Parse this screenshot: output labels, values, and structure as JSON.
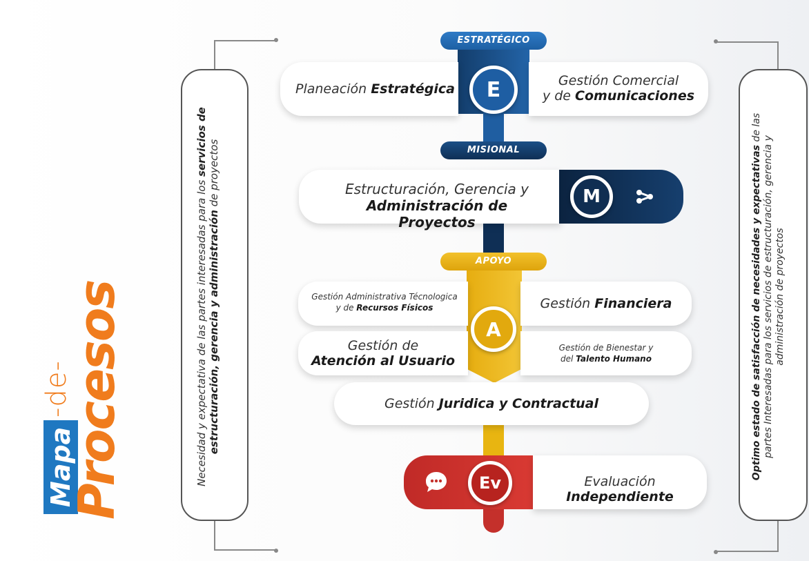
{
  "title": {
    "mapa": "Mapa",
    "de": "-de-",
    "procesos": "Procesos"
  },
  "left_box": {
    "line1_a": "Necesidad y expectativa de las partes interesadas para los ",
    "line1_b": "servicios de",
    "line2": "estructuración, gerencia y administración",
    "line2_b": " de proyectos"
  },
  "right_box": {
    "line1_a": "Optimo estado de satisfacción de necesidades y expectativas",
    "line1_b": " de las",
    "line2": "partes Interesadas para los servicios de estructuración, gerencia y",
    "line3": "administración de proyectos"
  },
  "estrategico": {
    "label": "ESTRATÉGICO",
    "letter": "E",
    "left_a": "Planeación ",
    "left_b": "Estratégica",
    "right_l1": "Gestión Comercial",
    "right_l2a": "y de ",
    "right_l2b": "Comunicaciones"
  },
  "misional": {
    "label": "MISIONAL",
    "letter": "M",
    "text_l1": "Estructuración, Gerencia y",
    "text_l2": "Administración de Proyectos"
  },
  "apoyo": {
    "label": "APOYO",
    "letter": "A",
    "admin_l1": "Gestión Administrativa Técnologica",
    "admin_l2a": "y de ",
    "admin_l2b": "Recursos Físicos",
    "fin_a": "Gestión ",
    "fin_b": "Financiera",
    "usuario_l1": "Gestión de",
    "usuario_l2": "Atención al Usuario",
    "bienestar_l1": "Gestión de Bienestar y",
    "bienestar_l2a": "del ",
    "bienestar_l2b": "Talento Humano",
    "juridica_a": "Gestión ",
    "juridica_b": "Juridica y Contractual"
  },
  "evaluacion": {
    "letter": "Ev",
    "text_a": "Evaluación ",
    "text_b": "Independiente"
  },
  "colors": {
    "blue_dark": "#133d6b",
    "blue": "#2364a8",
    "navy": "#0f2f55",
    "yellow": "#e8b511",
    "red": "#c4302b",
    "orange": "#f07c1d",
    "brand_blue": "#1f78c1"
  },
  "icons": [
    "share-icon",
    "chat-bubble-icon"
  ]
}
